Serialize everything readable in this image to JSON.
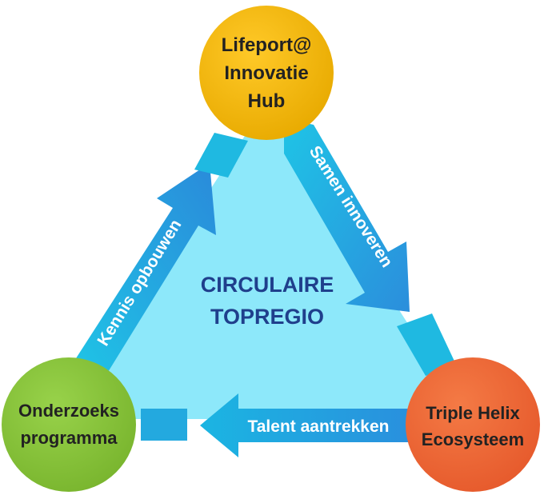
{
  "diagram": {
    "center_title": [
      "CIRCULAIRE",
      "TOPREGIO"
    ],
    "nodes": {
      "top": {
        "lines": [
          "Lifeport@",
          "Innovatie",
          "Hub"
        ],
        "color": "#F2B705"
      },
      "bottom_right": {
        "lines": [
          "Triple Helix",
          "Ecosysteem"
        ],
        "color": "#EE6A3A"
      },
      "bottom_left": {
        "lines": [
          "Onderzoeks",
          "programma"
        ],
        "color": "#8CC63F"
      }
    },
    "arrows": {
      "right": "Samen innoveren",
      "bottom": "Talent aantrekken",
      "left": "Kennis opbouwen"
    },
    "colors": {
      "triangle_fill": "#8DE8FA",
      "arrow_light": "#19B8E0",
      "arrow_dark": "#2A86D8",
      "center_text": "#1F3F8C"
    }
  }
}
